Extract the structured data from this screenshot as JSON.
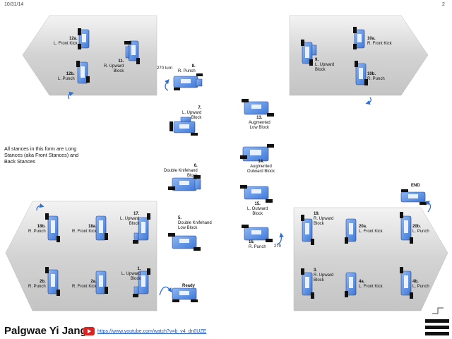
{
  "header": {
    "date": "10/31/14",
    "page": "2"
  },
  "title": "Palgwae Yi Jang",
  "link": "https://www.youtube.com/watch?v=b_v4_dn0UZE",
  "note": "All stances in this form are Long Stances (aka Front Stances) and Back Stances",
  "icons": {
    "youtube": "youtube-icon",
    "trigram": "trigram-icon",
    "turn": "turn-arrow-icon"
  },
  "moves": {
    "m12a": {
      "num": "12a.",
      "text": "L. Front Kick"
    },
    "m12b": {
      "num": "12b.",
      "text": "L. Punch"
    },
    "m11": {
      "num": "11.",
      "text": "R. Upward\nBlock"
    },
    "m8": {
      "num": "8.",
      "text": "R. Punch"
    },
    "m7": {
      "num": "7.",
      "text": "L. Upward\nBlock"
    },
    "m6": {
      "num": "6.",
      "text": "Double Knifehand\nBlock"
    },
    "m5": {
      "num": "5.",
      "text": "Double Knifehand\nLow Block"
    },
    "m18b": {
      "num": "18b.",
      "text": "R. Punch"
    },
    "m18a": {
      "num": "18a.",
      "text": "R. Front Kick"
    },
    "m17": {
      "num": "17.",
      "text": "L. Upward\nBlock"
    },
    "m2b": {
      "num": "2b.",
      "text": "R. Punch"
    },
    "m2a": {
      "num": "2a.",
      "text": "R. Front Kick"
    },
    "m1": {
      "num": "1.",
      "text": "L. Upward\nBlock"
    },
    "ready": {
      "text": "Ready"
    },
    "m13": {
      "num": "13.",
      "text": "Augmented\nLow Block"
    },
    "m14": {
      "num": "14.",
      "text": "Augmented\nOutward Block"
    },
    "m15": {
      "num": "15.",
      "text": "L. Outward\nBlock"
    },
    "m16": {
      "num": "16.",
      "text": "R. Punch"
    },
    "m9": {
      "num": "9.",
      "text": "L. Upward\nBlock"
    },
    "m10a": {
      "num": "10a.",
      "text": "R. Front Kick"
    },
    "m10b": {
      "num": "10b.",
      "text": "R. Punch"
    },
    "m19": {
      "num": "19.",
      "text": "R. Upward\nBlock"
    },
    "m20a": {
      "num": "20a.",
      "text": "L. Front Kick"
    },
    "m20b": {
      "num": "20b.",
      "text": "L. Punch"
    },
    "m3": {
      "num": "3.",
      "text": "R. Upward\nBlock"
    },
    "m4a": {
      "num": "4a.",
      "text": "L. Front Kick"
    },
    "m4b": {
      "num": "4b.",
      "text": "L. Punch"
    },
    "end": {
      "text": "END"
    }
  },
  "turns": {
    "t270a": "270 turn",
    "t270b": "270"
  }
}
